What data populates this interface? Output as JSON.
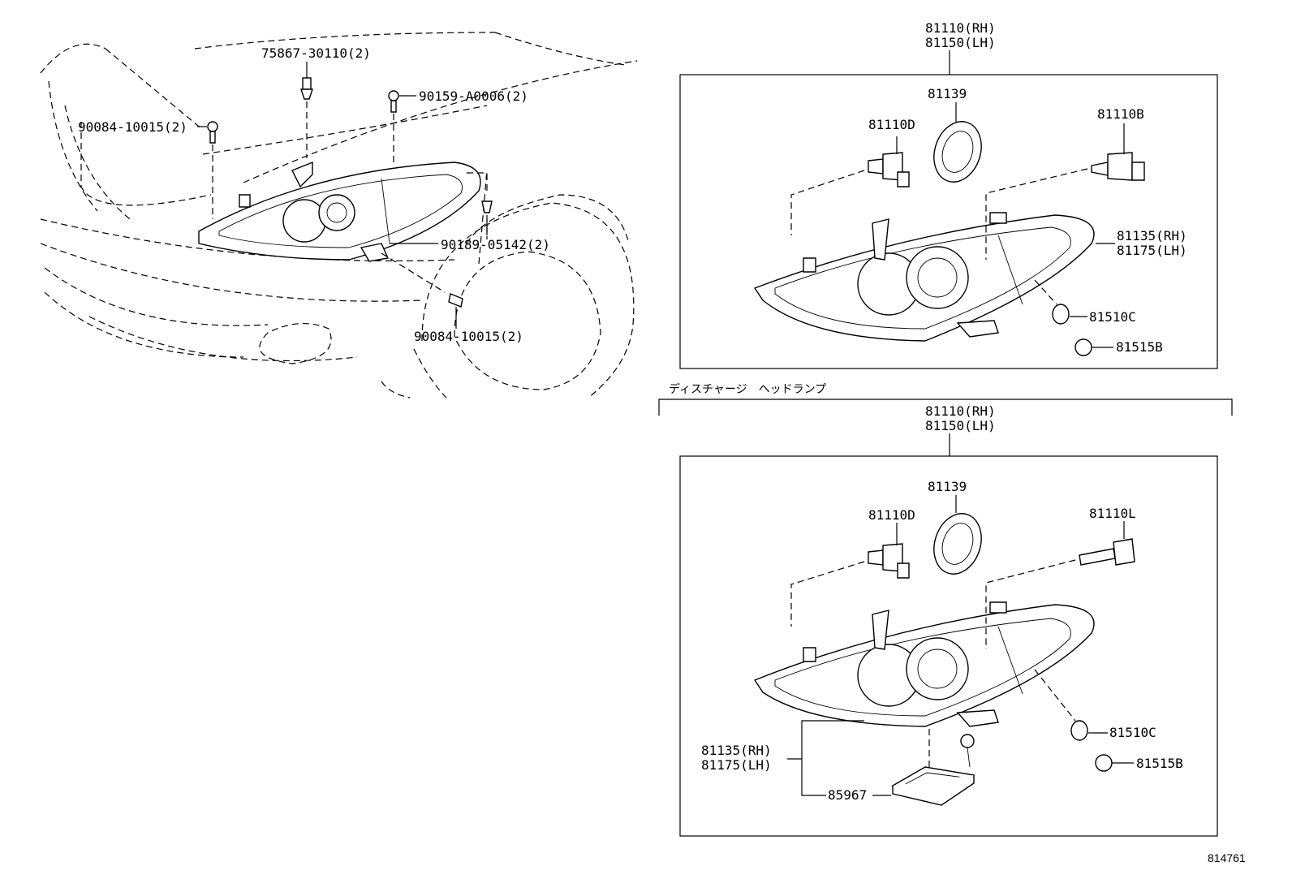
{
  "labels": {
    "car": {
      "clip_top": "75867-30110(2)",
      "screw_top": "90159-A0006(2)",
      "bolt_left": "90084-10015(2)",
      "clip_right": "90189-05142(2)",
      "bolt_bottom": "90084-10015(2)"
    },
    "box1": {
      "assy_rh": "81110(RH)",
      "assy_lh": "81150(LH)",
      "cover": "81139",
      "bulb_low": "81110D",
      "bulb_high": "81110B",
      "housing_rh": "81135(RH)",
      "housing_lh": "81175(LH)",
      "side_bulb": "81510C",
      "socket": "81515B"
    },
    "section_title": "ディスチャージ　ヘッドランプ",
    "box2": {
      "assy_rh": "81110(RH)",
      "assy_lh": "81150(LH)",
      "cover": "81139",
      "bulb_low": "81110D",
      "bulb_hid": "81110L",
      "housing_rh": "81135(RH)",
      "housing_lh": "81175(LH)",
      "ballast": "85967",
      "side_bulb": "81510C",
      "socket": "81515B"
    },
    "figure_no": "814761"
  }
}
